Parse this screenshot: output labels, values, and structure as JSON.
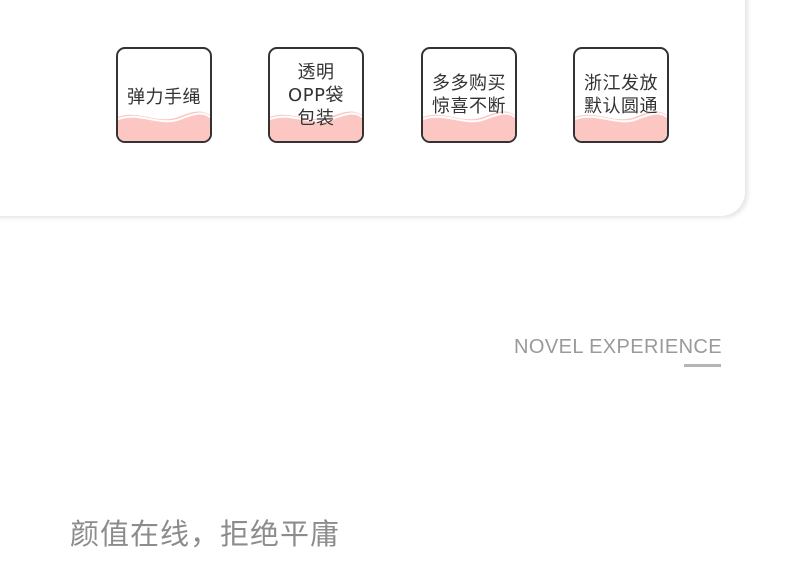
{
  "badges": [
    {
      "lines": [
        "弹力手绳"
      ],
      "icon": "wave-decoration"
    },
    {
      "lines": [
        "透明",
        "OPP袋",
        "包装"
      ],
      "icon": "wave-decoration"
    },
    {
      "lines": [
        "多多购买",
        "惊喜不断"
      ],
      "icon": "wave-decoration"
    },
    {
      "lines": [
        "浙江发放",
        "默认圆通"
      ],
      "icon": "wave-decoration"
    }
  ],
  "tagline": "NOVEL EXPERIENCE",
  "slogan": "颜值在线，拒绝平庸",
  "colors": {
    "wave_fill": "#fcc7c2",
    "wave_line": "#ffffff",
    "border": "#333333",
    "tagline": "#9a9a9a",
    "slogan": "#8c8c8c"
  }
}
